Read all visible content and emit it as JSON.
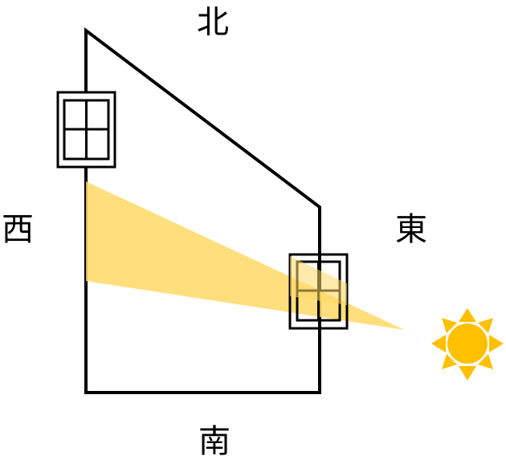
{
  "directions": {
    "north": "北",
    "west": "西",
    "east": "東",
    "south": "南"
  },
  "colors": {
    "outline": "#000000",
    "light_beam": "#FFD966",
    "sun_body": "#FFC000",
    "sun_rays": "#FFC000",
    "background": "#FFFFFF"
  },
  "icons": {
    "sun": "sun-icon",
    "window": "window-icon"
  }
}
